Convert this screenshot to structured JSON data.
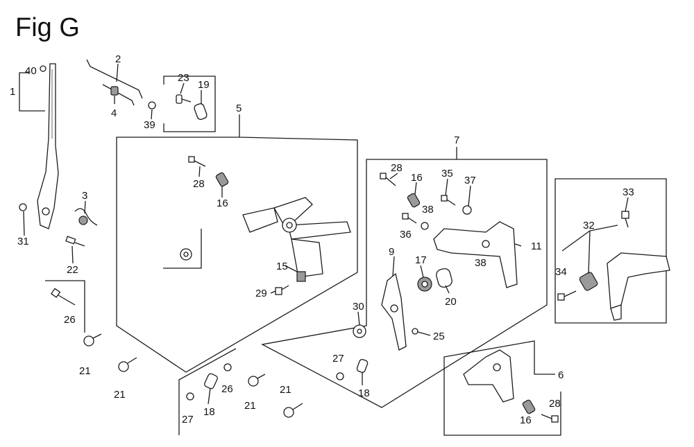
{
  "figure": {
    "title": "Fig G"
  },
  "callouts": [
    {
      "id": "c40",
      "label": "40"
    },
    {
      "id": "c1",
      "label": "1"
    },
    {
      "id": "c2",
      "label": "2"
    },
    {
      "id": "c4",
      "label": "4"
    },
    {
      "id": "c39",
      "label": "39"
    },
    {
      "id": "c23",
      "label": "23"
    },
    {
      "id": "c19",
      "label": "19"
    },
    {
      "id": "c5",
      "label": "5"
    },
    {
      "id": "c3",
      "label": "3"
    },
    {
      "id": "c31",
      "label": "31"
    },
    {
      "id": "c22",
      "label": "22"
    },
    {
      "id": "c26a",
      "label": "26"
    },
    {
      "id": "c21a",
      "label": "21"
    },
    {
      "id": "c21b",
      "label": "21"
    },
    {
      "id": "c28a",
      "label": "28"
    },
    {
      "id": "c16a",
      "label": "16"
    },
    {
      "id": "c15",
      "label": "15"
    },
    {
      "id": "c29",
      "label": "29"
    },
    {
      "id": "c27a",
      "label": "27"
    },
    {
      "id": "c18a",
      "label": "18"
    },
    {
      "id": "c26b",
      "label": "26"
    },
    {
      "id": "c21c",
      "label": "21"
    },
    {
      "id": "c21d",
      "label": "21"
    },
    {
      "id": "c7",
      "label": "7"
    },
    {
      "id": "c28b",
      "label": "28"
    },
    {
      "id": "c16b",
      "label": "16"
    },
    {
      "id": "c35",
      "label": "35"
    },
    {
      "id": "c37",
      "label": "37"
    },
    {
      "id": "c36",
      "label": "36"
    },
    {
      "id": "c38a",
      "label": "38"
    },
    {
      "id": "c38b",
      "label": "38"
    },
    {
      "id": "c11",
      "label": "11"
    },
    {
      "id": "c9",
      "label": "9"
    },
    {
      "id": "c17",
      "label": "17"
    },
    {
      "id": "c20",
      "label": "20"
    },
    {
      "id": "c30",
      "label": "30"
    },
    {
      "id": "c25",
      "label": "25"
    },
    {
      "id": "c27b",
      "label": "27"
    },
    {
      "id": "c18b",
      "label": "18"
    },
    {
      "id": "c33",
      "label": "33"
    },
    {
      "id": "c32",
      "label": "32"
    },
    {
      "id": "c34",
      "label": "34"
    },
    {
      "id": "c6",
      "label": "6"
    },
    {
      "id": "c28c",
      "label": "28"
    },
    {
      "id": "c16c",
      "label": "16"
    }
  ]
}
